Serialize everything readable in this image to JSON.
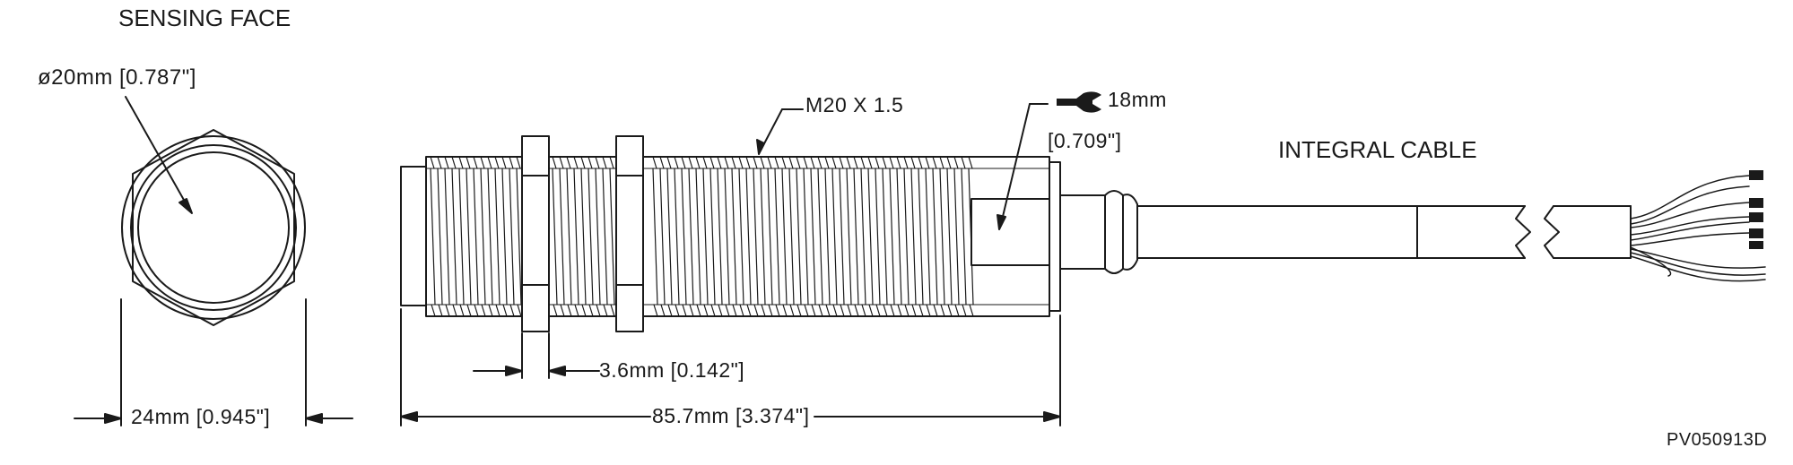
{
  "labels": {
    "sensing_face": "SENSING FACE",
    "diameter": "ø20mm [0.787\"]",
    "thread": "M20 X 1.5",
    "wrench_size": "18mm",
    "wrench_size_inch": "[0.709\"]",
    "integral_cable": "INTEGRAL CABLE",
    "nut_thickness": "3.6mm [0.142\"]",
    "hex_width": "24mm [0.945\"]",
    "overall_length": "85.7mm [3.374\"]",
    "drawing_number": "PV050913D"
  },
  "icons": [
    "open-end-wrench-icon"
  ],
  "colors": {
    "line": "#1a1a1a",
    "background": "#ffffff"
  }
}
